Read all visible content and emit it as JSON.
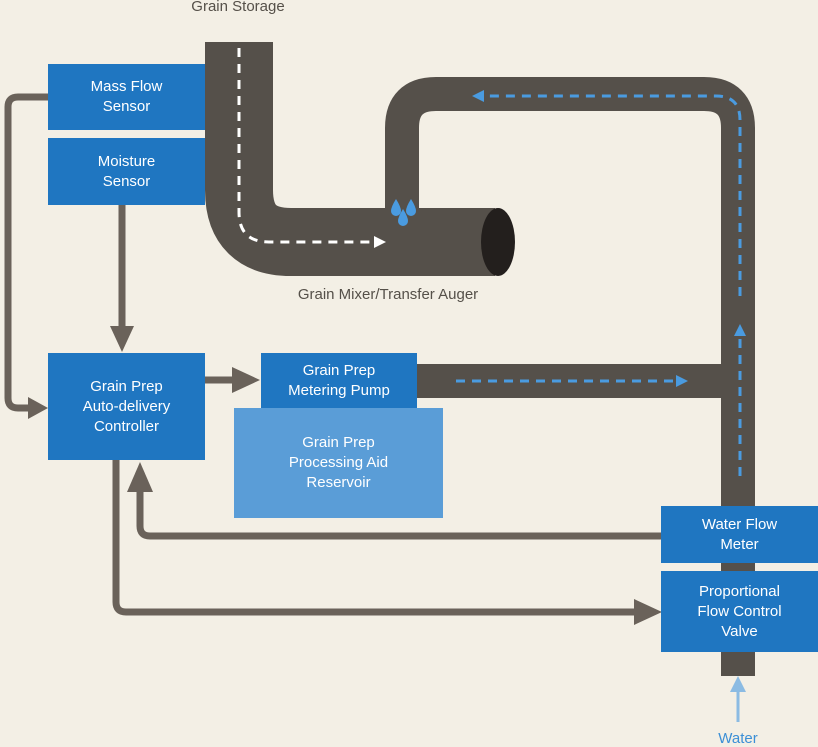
{
  "labels": {
    "grain_storage": "Grain Storage",
    "mixer_auger": "Grain Mixer/Transfer Auger",
    "water": "Water"
  },
  "boxes": {
    "mass_flow_sensor": [
      "Mass Flow",
      "Sensor"
    ],
    "moisture_sensor": [
      "Moisture",
      "Sensor"
    ],
    "controller": [
      "Grain Prep",
      "Auto-delivery",
      "Controller"
    ],
    "metering_pump": [
      "Grain Prep",
      "Metering Pump"
    ],
    "reservoir": [
      "Grain Prep",
      "Processing Aid",
      "Reservoir"
    ],
    "water_flow_meter": [
      "Water Flow",
      "Meter"
    ],
    "flow_control_valve": [
      "Proportional",
      "Flow Control",
      "Valve"
    ]
  },
  "colors": {
    "background": "#f3efe5",
    "pipe": "#55504a",
    "box": "#1f76c1",
    "box_light": "#5a9dd7",
    "flow_arrow": "#4a9be0",
    "water_arrow": "#8bbbe3"
  }
}
